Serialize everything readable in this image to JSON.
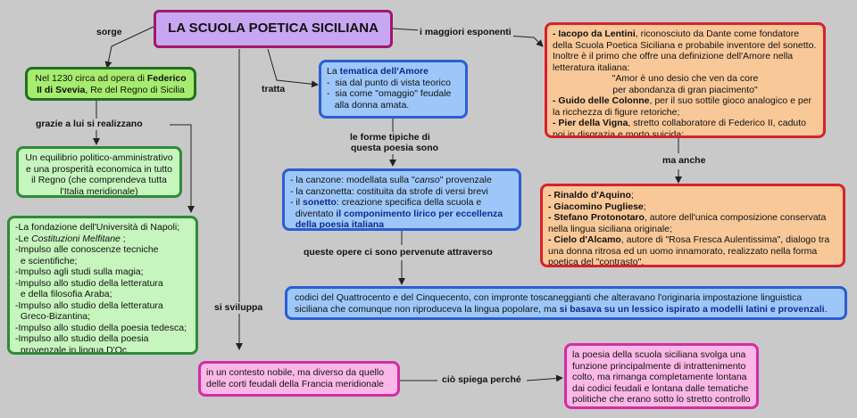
{
  "title": "LA SCUOLA POETICA SICILIANA",
  "labels": {
    "sorge": "sorge",
    "maggiori": "i maggiori esponenti",
    "tratta": "tratta",
    "grazie": "grazie a lui si realizzano",
    "forme": "le forme tipiche di",
    "forme2": "questa poesia sono",
    "ma_anche": "ma anche",
    "pervenute": "queste opere ci sono pervenute attraverso",
    "sviluppa": "si sviluppa",
    "spiega": "ciò spiega perché"
  },
  "federico": {
    "pre": "Nel 1230 circa ad opera di ",
    "name": "Federico II di Svevia",
    "post": ", Re del Regno di Sicilia"
  },
  "equilibrio": "Un equilibrio politico-amministrativo e una prosperità economica in tutto il Regno (che comprendeva tutta l'Italia meridionale)",
  "realizzazioni": [
    "-La fondazione dell'Università di Napoli;",
    "-Le ",
    "Costituzioni Melfitane",
    " ;",
    "-Impulso alle conoscenze tecniche",
    "  e scientifiche;",
    "-Impulso agli studi sulla magia;",
    "-Impulso allo studio della letteratura",
    "  e della filosofia Araba;",
    "-Impulso allo studio della letteratura",
    "  Greco-Bizantina;",
    "-Impulso allo studio della poesia tedesca;",
    "-Impulso allo studio della poesia",
    "  provenzale in lingua D'Oc."
  ],
  "amore": {
    "pre": "La ",
    "bold": "tematica dell'Amore",
    "l1": "-  sia dal punto di vista teorico",
    "l2": "-  sia come \"omaggio\" feudale",
    "l3": "   alla donna amata."
  },
  "forme_box": {
    "l1a": "- la canzone: modellata sulla \"",
    "l1b": "canso",
    "l1c": "\" provenzale",
    "l2": "- la canzonetta: costituita da strofe di versi brevi",
    "l3a": "- il ",
    "l3b": "sonetto",
    "l3c": ": creazione specifica della scuola e",
    "l4a": "  diventato ",
    "l4b": "il componimento lirico per eccellenza",
    "l5": "  della poesia italiana"
  },
  "codici": {
    "text": "codici del Quattrocento e del Cinquecento, con impronte toscaneggianti che alteravano l'originaria impostazione linguistica siciliana che comunque non riproduceva la lingua popolare, ma ",
    "bold": "si basava su un lessico ispirato a modelli latini e provenzali",
    "end": "."
  },
  "contesto": "in un contesto nobile, ma diverso da quello delle corti feudali della Francia meridionale",
  "funzione": "la poesia della scuola siciliana svolga una funzione principalmente di intrattenimento colto, ma rimanga completamente lontana dai codici feudali e lontana dalle tematiche politiche che erano sotto lo stretto controllo di Federico II.",
  "esponenti": {
    "j_name": "- Iacopo da Lentini",
    "j_text": ", riconosciuto da Dante come fondatore della Scuola Poetica Siciliana e probabile inventore del sonetto. Inoltre è il primo che offre una definizione dell'Amore nella letteratura italiana:",
    "q1": "\"Amor è uno desio che ven da core",
    "q2": "per abondanza di gran piacimento\"",
    "g_name": "- Guido delle Colonne",
    "g_text": ", per il suo sottile gioco analogico e per la ricchezza di figure retoriche;",
    "p_name": "- Pier della Vigna",
    "p_text": ", stretto collaboratore di Federico II, caduto poi in disgrazia e morto suicida;"
  },
  "altri": {
    "r": "- Rinaldo d'Aquino",
    "r_end": ";",
    "gi": "- Giacomino Pugliese",
    "gi_end": ";",
    "s": "- Stefano Protonotaro",
    "s_text": ", autore dell'unica composizione conservata nella lingua siciliana originale;",
    "c": "- Cielo d'Alcamo",
    "c_text": ", autore di \"Rosa Fresca Aulentissima\", dialogo tra una donna ritrosa ed un uomo innamorato, realizzato nella forma poetica del \"contrasto\"."
  }
}
